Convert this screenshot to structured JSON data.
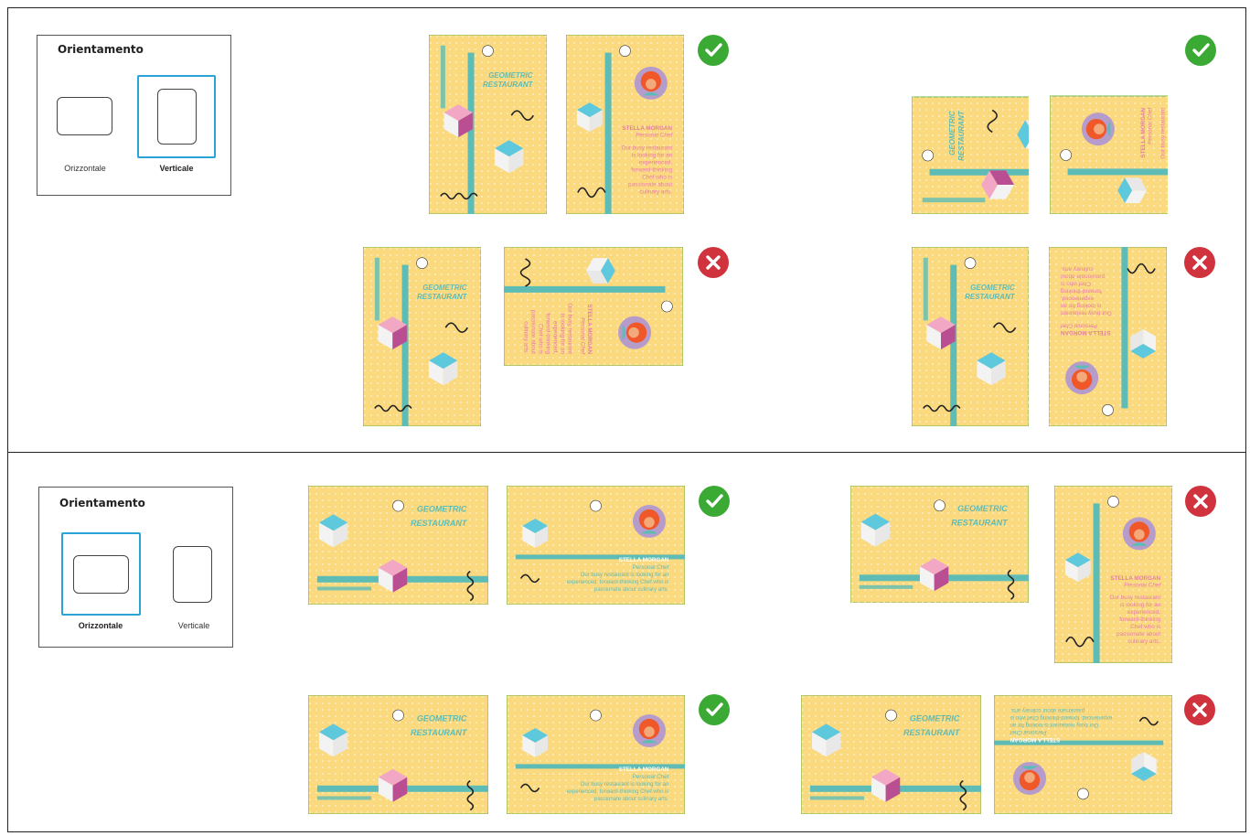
{
  "panels": [
    {
      "title": "Orientamento",
      "options": [
        {
          "label": "Orizzontale",
          "selected": false
        },
        {
          "label": "Verticale",
          "selected": true
        }
      ]
    },
    {
      "title": "Orientamento",
      "options": [
        {
          "label": "Orizzontale",
          "selected": true
        },
        {
          "label": "Verticale",
          "selected": false
        }
      ]
    }
  ],
  "card_text": {
    "brand_line1": "GEOMETRIC",
    "brand_line2": "RESTAURANT",
    "name": "STELLA MORGAN",
    "role": "Personal Chef",
    "bio_vertical": [
      "Our busy restaurant",
      "is looking for an",
      "experienced,",
      "forward-thinking",
      "Chef who is",
      "passionate about",
      "culinary arts."
    ],
    "bio_horizontal": [
      "Our busy restaurant is looking for an",
      "experienced, forward-thinking Chef who is",
      "passionate about culinary arts."
    ]
  },
  "status": {
    "ok": "check-icon",
    "bad": "cross-icon"
  },
  "colors": {
    "card_bg": "#fbd97f",
    "accent_teal": "#5ebcb6",
    "pink": "#e77ca9",
    "purple": "#b69ccb",
    "hair": "#f0582a",
    "ok": "#3aaa35",
    "bad": "#d0333e",
    "select": "#2aa3d6"
  }
}
